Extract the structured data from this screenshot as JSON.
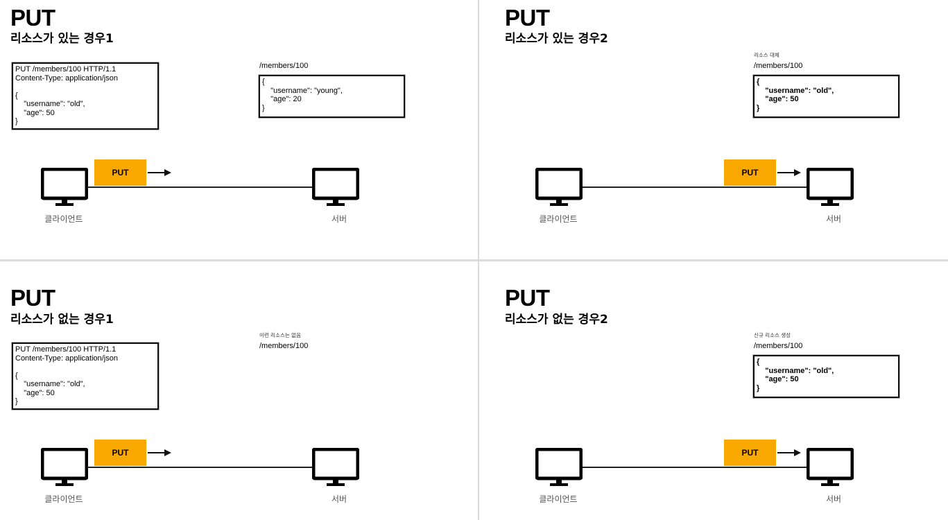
{
  "panels": [
    {
      "title": "PUT",
      "subtitle": "리소스가 있는 경우1",
      "request_lines": [
        "PUT /members/100 HTTP/1.1",
        "Content-Type: application/json",
        "",
        "{",
        "    \"username\": \"old\",",
        "    \"age\": 50",
        "}"
      ],
      "server_caption": "",
      "server_path": "/members/100",
      "server_resource_lines": [
        "{",
        "    \"username\": \"young\",",
        "    \"age\": 20",
        "}"
      ],
      "put_label": "PUT",
      "client_label": "클라이언트",
      "server_label": "서버"
    },
    {
      "title": "PUT",
      "subtitle": "리소스가 있는 경우2",
      "request_lines": [],
      "server_caption": "리소스 대체",
      "server_path": "/members/100",
      "server_resource_lines": [
        "{",
        "    \"username\": \"old\",",
        "    \"age\": 50",
        "}"
      ],
      "put_label": "PUT",
      "client_label": "클라이언트",
      "server_label": "서버"
    },
    {
      "title": "PUT",
      "subtitle": "리소스가 없는 경우1",
      "request_lines": [
        "PUT /members/100 HTTP/1.1",
        "Content-Type: application/json",
        "",
        "{",
        "    \"username\": \"old\",",
        "    \"age\": 50",
        "}"
      ],
      "server_caption": "이런 리소스는 없음",
      "server_path": "/members/100",
      "server_resource_lines": [],
      "put_label": "PUT",
      "client_label": "클라이언트",
      "server_label": "서버"
    },
    {
      "title": "PUT",
      "subtitle": "리소스가 없는 경우2",
      "request_lines": [],
      "server_caption": "신규 리소스 생성",
      "server_path": "/members/100",
      "server_resource_lines": [
        "{",
        "    \"username\": \"old\",",
        "    \"age\": 50",
        "}"
      ],
      "put_label": "PUT",
      "client_label": "클라이언트",
      "server_label": "서버"
    }
  ],
  "colors": {
    "put_button": "#f9a800",
    "background": "#ffffff",
    "divider": "#dcdcdc"
  }
}
